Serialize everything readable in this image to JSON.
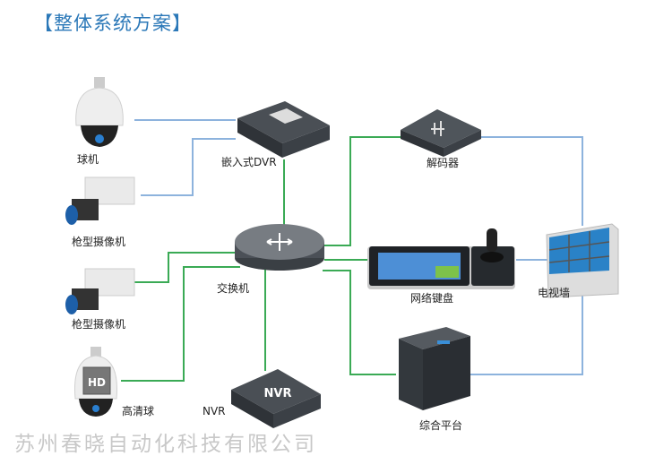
{
  "title": "【整体系统方案】",
  "nodes": {
    "ptz_camera": "球机",
    "bullet_camera_1": "枪型摄像机",
    "bullet_camera_2": "枪型摄像机",
    "hd_dome": "高清球",
    "dvr": "嵌入式DVR",
    "switch": "交换机",
    "nvr": "NVR",
    "decoder": "解码器",
    "keyboard": "网络键盘",
    "video_wall": "电视墙",
    "platform": "综合平台"
  },
  "device_marks": {
    "nvr_face": "NVR",
    "hd_face": "HD"
  },
  "watermark": "苏州春晓自动化科技有限公司",
  "colors": {
    "title": "#2b78b8",
    "network_link": "#3aaa55",
    "video_link": "#8db3dd"
  }
}
